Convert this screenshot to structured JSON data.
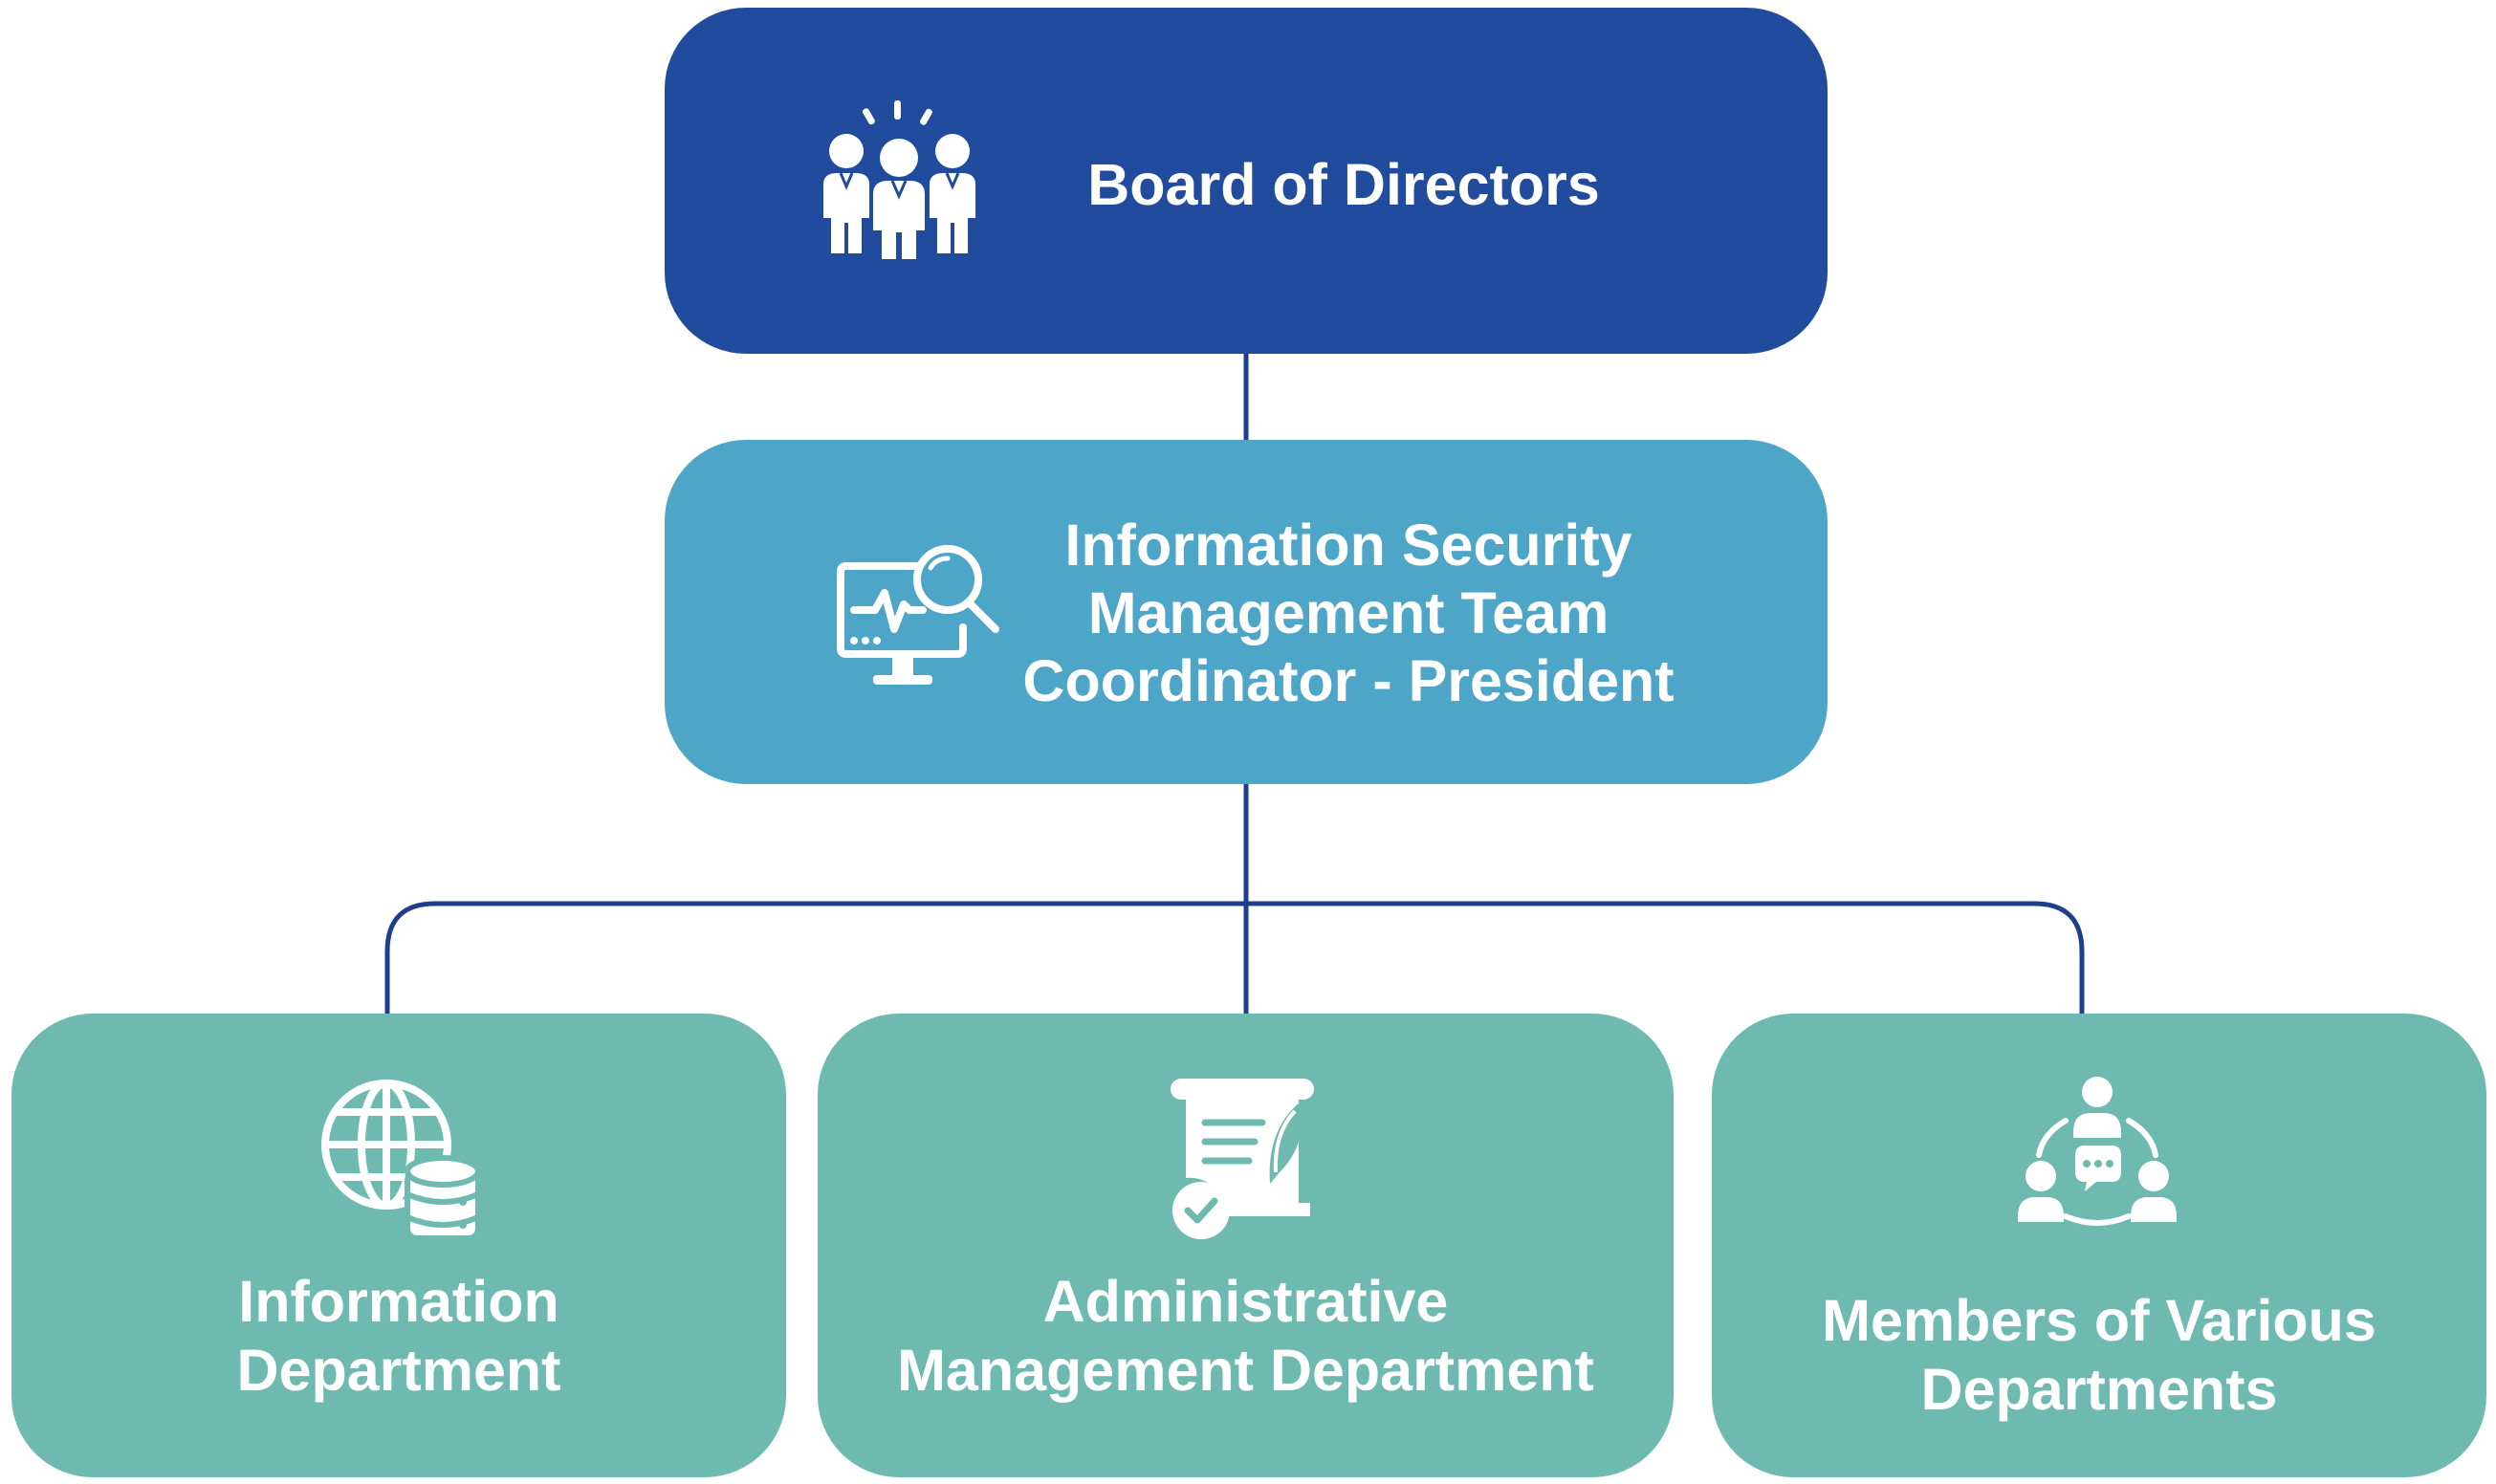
{
  "colors": {
    "board": "#214b9c",
    "team": "#4da5c8",
    "dept": "#6fbab0",
    "connector": "#1e3f8c",
    "text": "#ffffff"
  },
  "board": {
    "label": "Board of Directors",
    "icon": "board-members-icon"
  },
  "team": {
    "lines": [
      "Information Security",
      "Management Team",
      "Coordinator - President"
    ],
    "icon": "monitor-search-icon"
  },
  "departments": [
    {
      "lines": [
        "Information",
        "Department"
      ],
      "icon": "globe-database-icon"
    },
    {
      "lines": [
        "Administrative",
        "Management Department"
      ],
      "icon": "certificate-scroll-icon"
    },
    {
      "lines": [
        "Members of Various",
        "Departments"
      ],
      "icon": "people-network-icon"
    }
  ]
}
